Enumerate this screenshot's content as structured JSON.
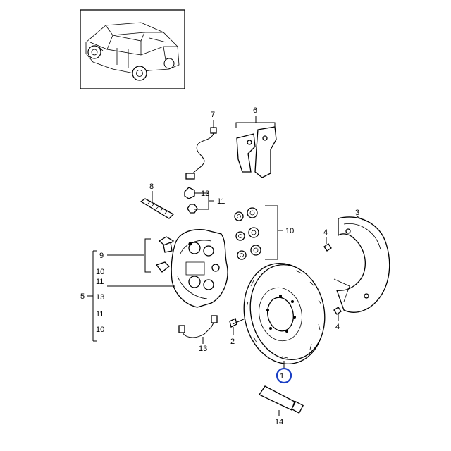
{
  "labels": {
    "p1": "1",
    "p2": "2",
    "p3": "3",
    "p4a": "4",
    "p4b": "4",
    "p5": "5",
    "p6": "6",
    "p7": "7",
    "p8": "8",
    "p9": "9",
    "p10a": "10",
    "p10b": "10",
    "p10c": "10",
    "p11a": "11",
    "p11b": "11",
    "p11c": "11",
    "p12": "12",
    "p13a": "13",
    "p13b": "13",
    "p14": "14"
  },
  "highlight": {
    "part": "1",
    "color": "#1a3fc4"
  }
}
